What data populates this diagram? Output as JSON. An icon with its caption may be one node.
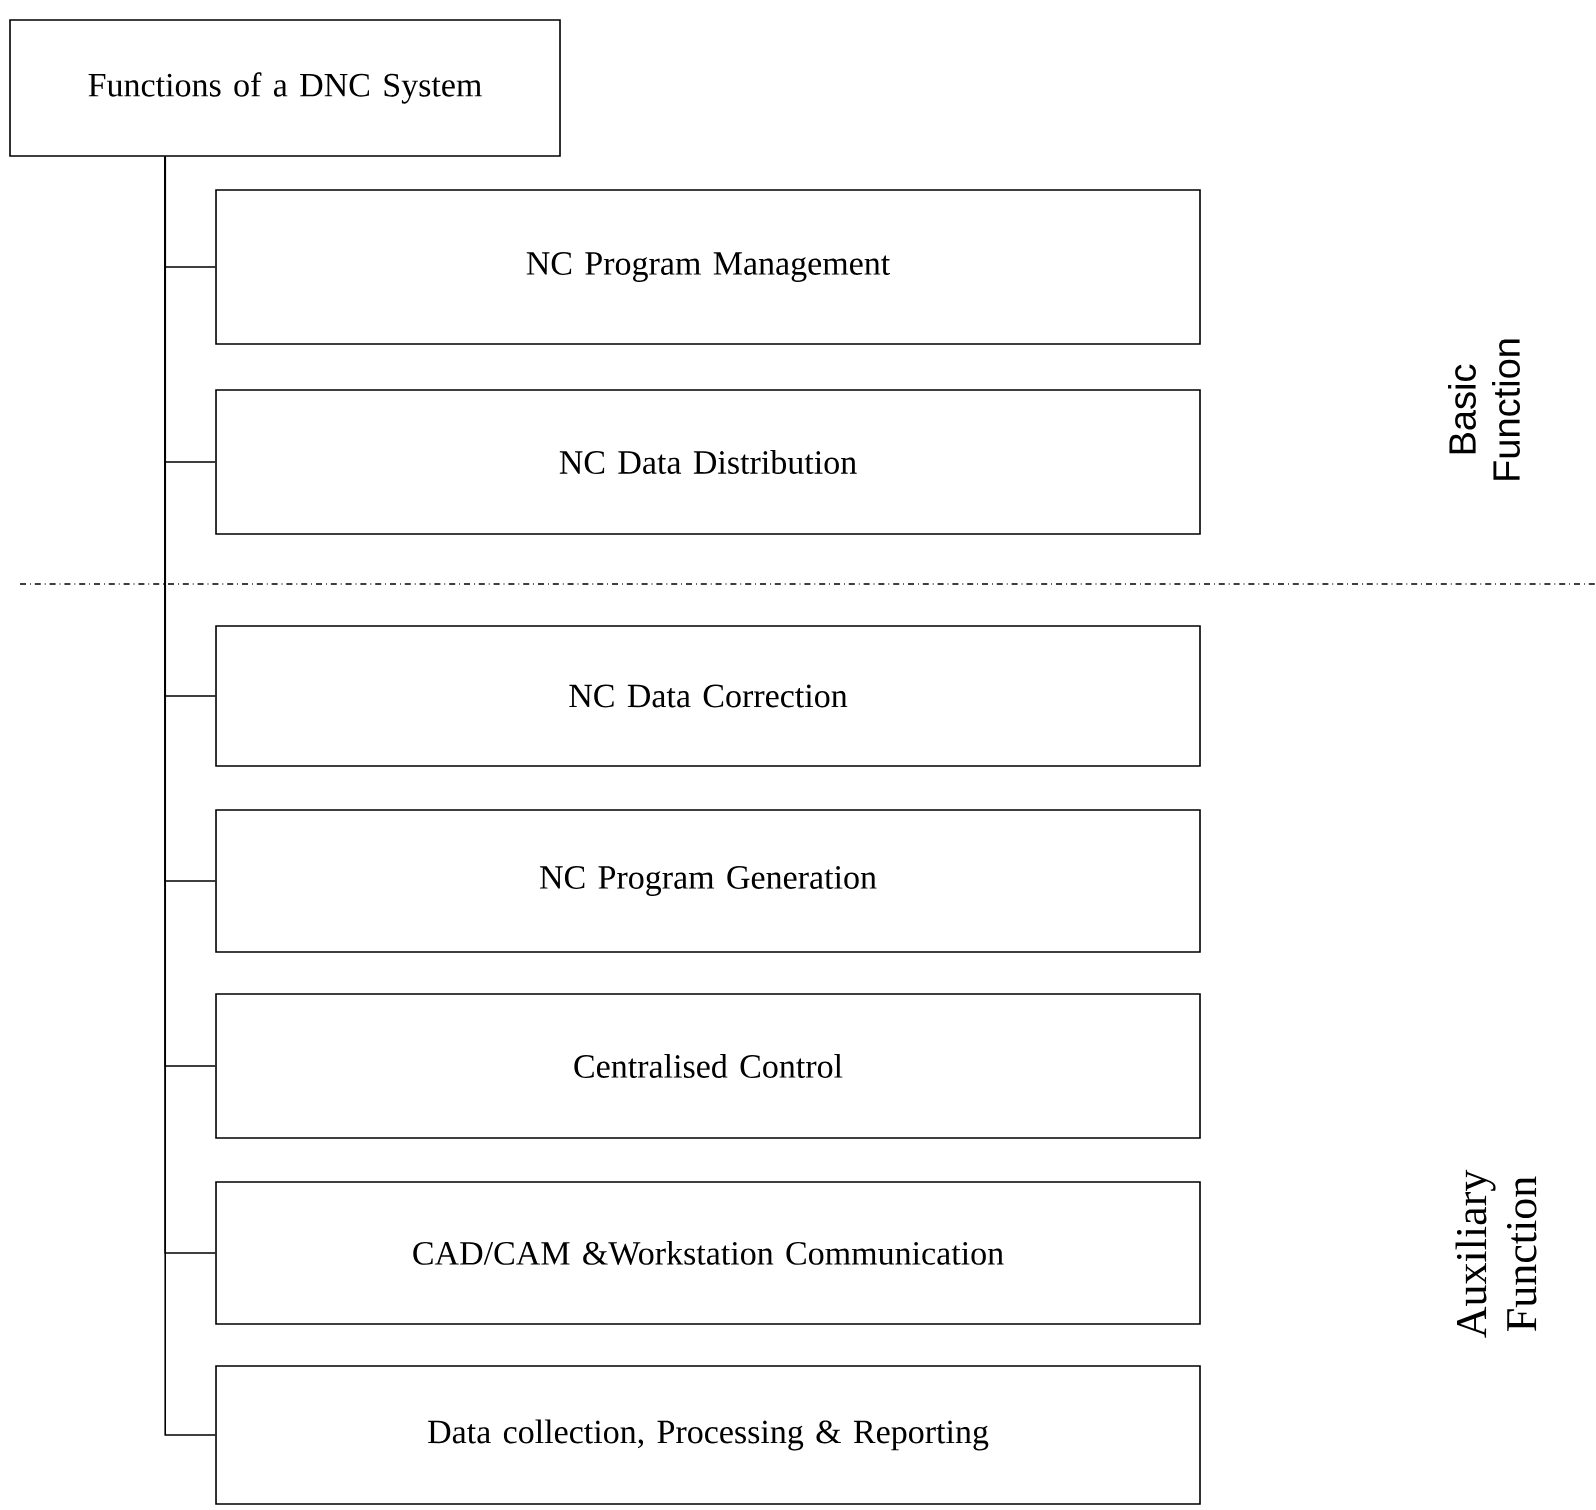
{
  "diagram": {
    "nodes": [
      {
        "text": [
          "Functions of a DNC System"
        ]
      },
      {
        "text": [
          "NC Program Management"
        ]
      },
      {
        "text": [
          "NC Data Distribution"
        ]
      },
      {
        "text": [
          "NC Data Correction"
        ]
      },
      {
        "text": [
          "NC Program Generation"
        ]
      },
      {
        "text": [
          "Centralised Control"
        ]
      },
      {
        "text": [
          "CAD/CAM &Workstation Communication"
        ]
      },
      {
        "text": [
          "Data collection, Processing & Reporting"
        ]
      }
    ],
    "edges": [
      {
        "from": 0,
        "to": 1,
        "arrow": "none"
      },
      {
        "from": 0,
        "to": 2,
        "arrow": "none"
      },
      {
        "from": 0,
        "to": 3,
        "arrow": "none"
      },
      {
        "from": 0,
        "to": 4,
        "arrow": "none"
      },
      {
        "from": 0,
        "to": 5,
        "arrow": "none"
      },
      {
        "from": 0,
        "to": 6,
        "arrow": "none"
      },
      {
        "from": 0,
        "to": 7,
        "arrow": "none"
      }
    ],
    "labels": [
      "Basic Function",
      "Auxiliary Function"
    ]
  }
}
